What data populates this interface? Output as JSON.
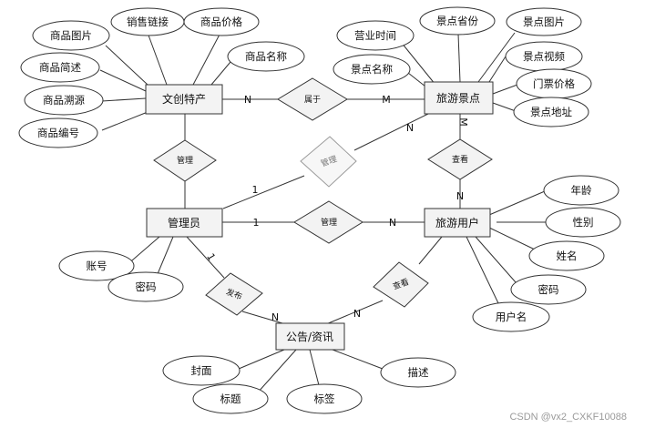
{
  "entities": {
    "product": "文创特产",
    "scenic": "旅游景点",
    "admin": "管理员",
    "user": "旅游用户",
    "notice": "公告/资讯"
  },
  "attributes": {
    "product_image": "商品图片",
    "product_link": "销售链接",
    "product_price": "商品价格",
    "product_name": "商品名称",
    "product_desc": "商品简述",
    "product_origin": "商品溯源",
    "product_code": "商品编号",
    "scenic_hours": "营业时间",
    "scenic_province": "景点省份",
    "scenic_image": "景点图片",
    "scenic_name": "景点名称",
    "scenic_video": "景点视频",
    "scenic_ticket": "门票价格",
    "scenic_address": "景点地址",
    "admin_account": "账号",
    "admin_password": "密码",
    "user_age": "年龄",
    "user_gender": "性别",
    "user_name": "姓名",
    "user_password": "密码",
    "user_username": "用户名",
    "notice_cover": "封面",
    "notice_title": "标题",
    "notice_tags": "标签",
    "notice_desc": "描述"
  },
  "relations": {
    "belongs": "属于",
    "admin_product": "管理",
    "admin_scenic": "管理",
    "admin_user": "管理",
    "user_scenic": "查看",
    "publish": "发布",
    "user_notice": "查看"
  },
  "cardinalities": {
    "product_belongs": "N",
    "belongs_scenic": "M",
    "admin_scenic_admin": "1",
    "admin_scenic_scenic": "N",
    "scenic_view": "M",
    "view_user": "N",
    "admin_user_admin": "1",
    "admin_user_user": "N",
    "admin_publish": "1",
    "publish_notice": "N",
    "notice_view": "N"
  },
  "watermark": "CSDN @vx2_CXKF10088"
}
